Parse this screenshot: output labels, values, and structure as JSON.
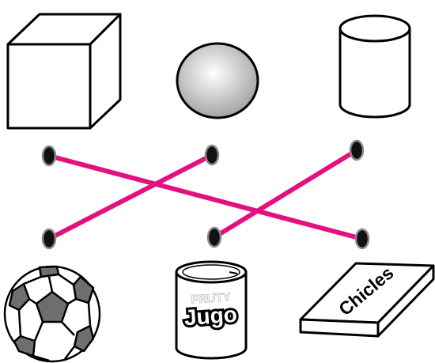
{
  "colors": {
    "line": "#e3117f",
    "dot_fill": "#111111",
    "dot_ring": "#8a8a8a",
    "outline": "#000000",
    "sphere_light": "#ffffff",
    "sphere_dark": "#9c9c9c"
  },
  "objects": {
    "top": [
      "cube",
      "sphere",
      "cylinder"
    ],
    "bottom": [
      "soccer-ball",
      "juice-can",
      "gum-box"
    ]
  },
  "labels": {
    "can_brand": "FRUTY",
    "can_name": "Jugo",
    "box_name": "Chicles"
  },
  "matches": [
    {
      "from": "cube",
      "to": "gum-box"
    },
    {
      "from": "sphere",
      "to": "soccer-ball"
    },
    {
      "from": "cylinder",
      "to": "juice-can"
    }
  ]
}
